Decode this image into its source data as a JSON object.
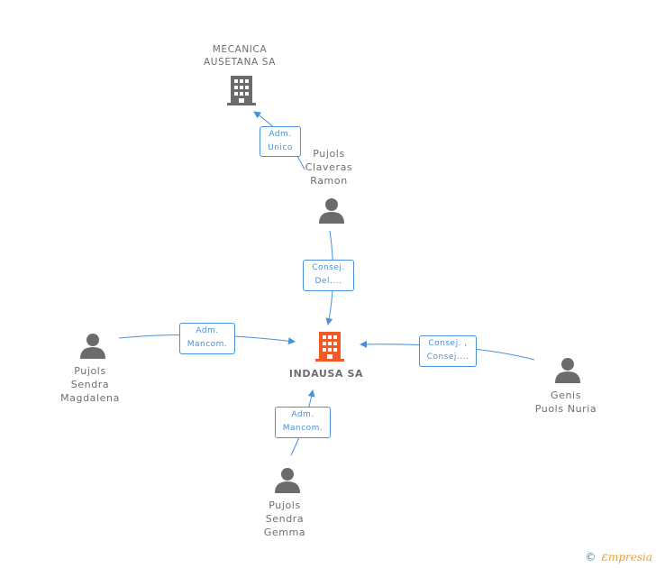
{
  "nodes": {
    "mecanica": {
      "label": "MECANICA\nAUSETANA SA",
      "icon": "building-icon",
      "color": "#6b6b6b"
    },
    "indausa": {
      "label": "INDAUSA SA",
      "icon": "building-icon",
      "color": "#f05a28"
    },
    "ramon": {
      "label": "Pujols\nClaveras\nRamon",
      "icon": "person-icon",
      "color": "#6b6b6b"
    },
    "magdalena": {
      "label": "Pujols\nSendra\nMagdalena",
      "icon": "person-icon",
      "color": "#6b6b6b"
    },
    "nuria": {
      "label": "Genis\nPuols Nuria",
      "icon": "person-icon",
      "color": "#6b6b6b"
    },
    "gemma": {
      "label": "Pujols\nSendra\nGemma",
      "icon": "person-icon",
      "color": "#6b6b6b"
    }
  },
  "relations": {
    "ramon_mecanica": "Adm.\nUnico",
    "ramon_indausa": "Consej.\nDel....",
    "magdalena_indausa": "Adm.\nMancom.",
    "nuria_indausa": "Consej. ,\nConsej....",
    "gemma_indausa": "Adm.\nMancom."
  },
  "colors": {
    "edge": "#4a90d9",
    "label_text": "#6e6e6e"
  },
  "brand": {
    "copyright": "©",
    "name": "mpresia",
    "initial": "ε"
  }
}
